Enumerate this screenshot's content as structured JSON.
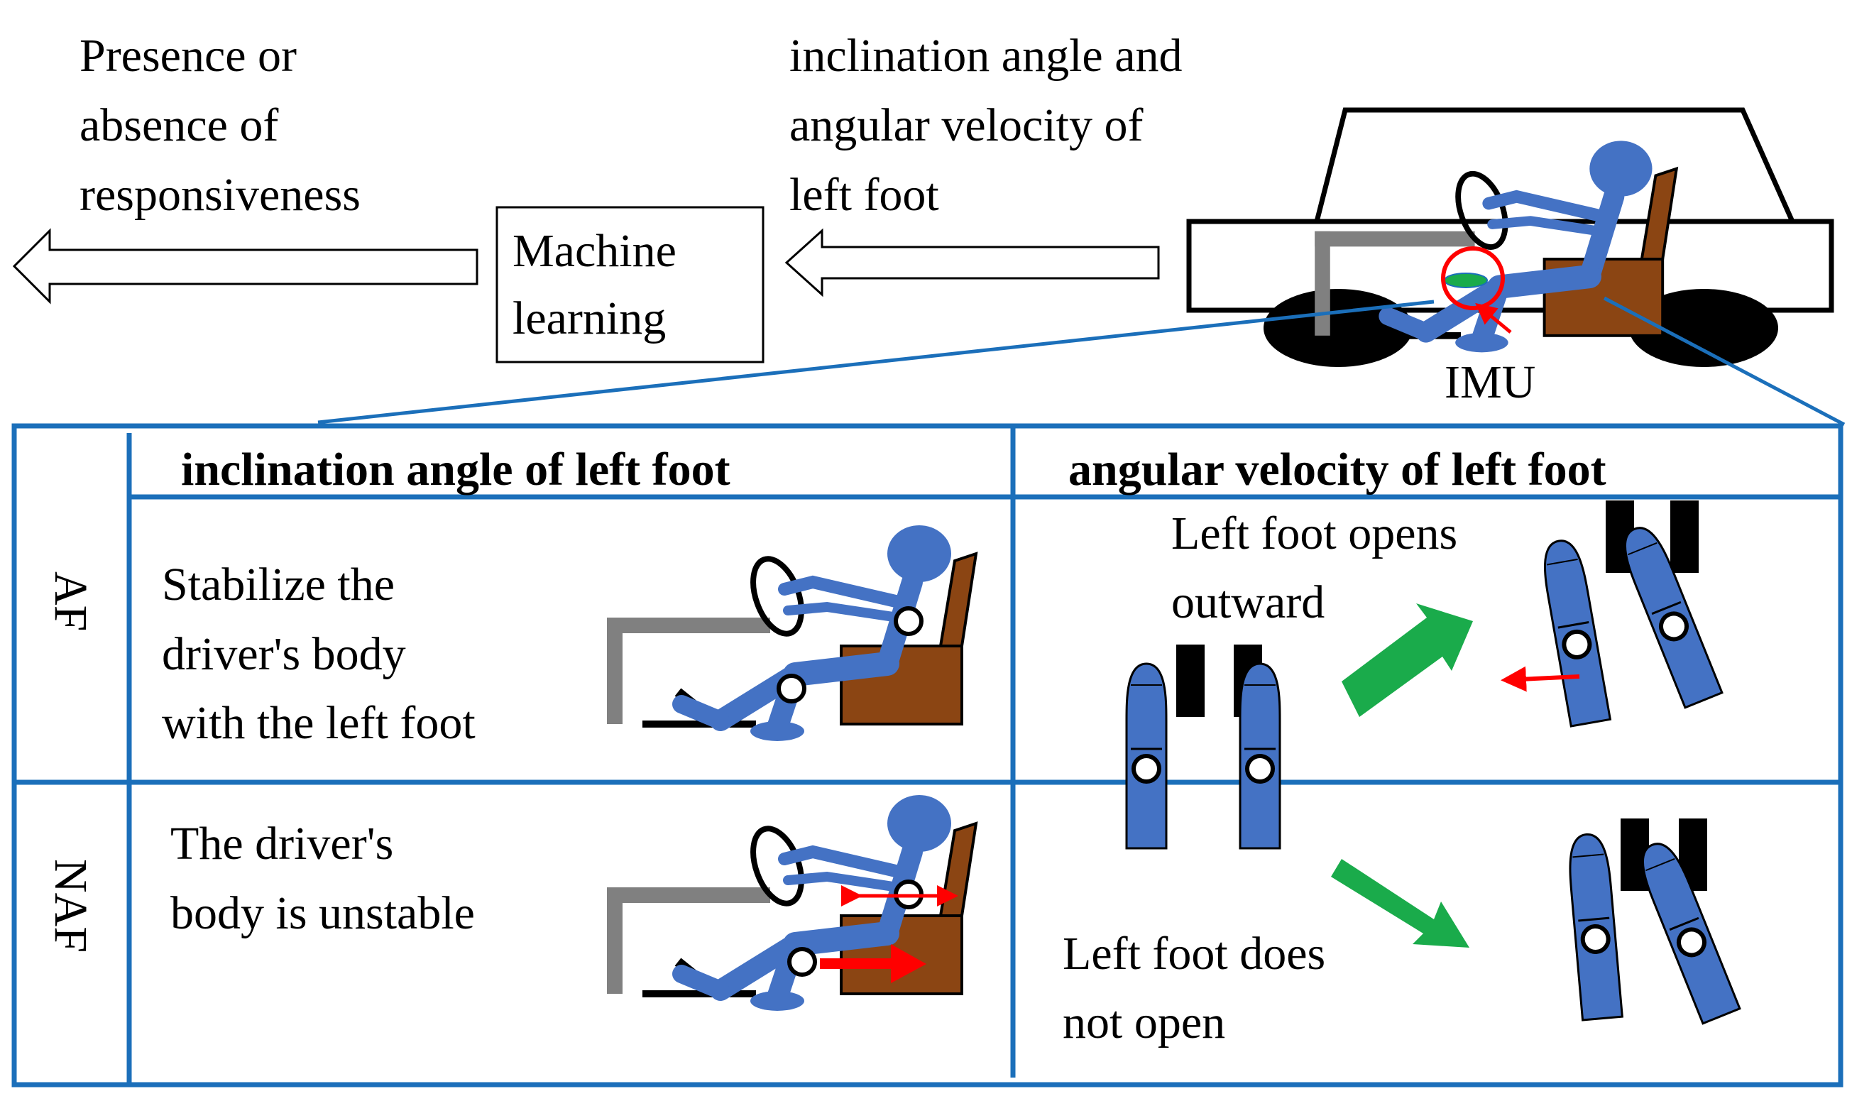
{
  "top": {
    "output_text": [
      "Presence or",
      "absence of",
      "responsiveness"
    ],
    "ml_box": [
      "Machine",
      "learning"
    ],
    "input_text": [
      "inclination angle and",
      "angular velocity of",
      "left foot"
    ],
    "imu_label": "IMU"
  },
  "table": {
    "col_headers": [
      "inclination angle  of left foot",
      "angular velocity of left foot"
    ],
    "row_labels": [
      "AF",
      "NAF"
    ],
    "af_incl_text": [
      "Stabilize the",
      "driver's body",
      "with the left foot"
    ],
    "naf_incl_text": [
      "The driver's",
      "body is unstable"
    ],
    "af_vel_text": [
      "Left foot opens",
      "outward"
    ],
    "naf_vel_text": [
      "Left foot does",
      "not open"
    ]
  },
  "colors": {
    "frame_blue": "#1b6fba",
    "body_blue": "#4472c4",
    "seat_brown": "#8b4513",
    "green_arrow": "#1aab4b",
    "red": "#ff0000",
    "pedal_gray": "#808080"
  }
}
